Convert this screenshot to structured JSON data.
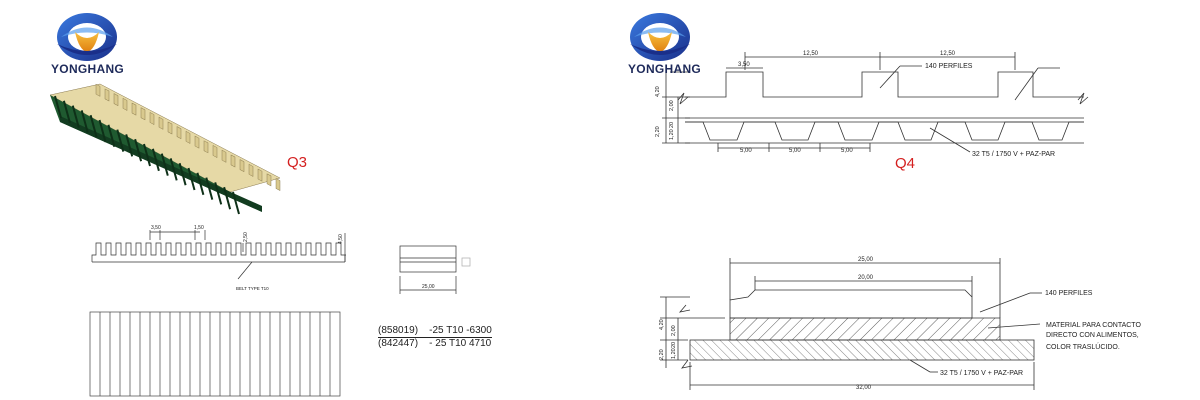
{
  "brand": {
    "name": "YONGHANG"
  },
  "q3": {
    "label": "Q3",
    "dim_tooth_width": "3,50",
    "dim_gap": "1,50",
    "dim_tooth_height": "2,50",
    "dim_total_height": "4,50",
    "belt_type": "BELT TYPE T10",
    "dim_width": "25,00",
    "codes": [
      "(858019)    -25 T10 -6300",
      "(842447)    - 25 T10 4710"
    ]
  },
  "q4": {
    "label": "Q4",
    "top_dims": [
      "12,50",
      "12,50"
    ],
    "dim_tooth": "3,50",
    "perfiles_label": "140 PERFILES",
    "left_dims": [
      "4,20",
      "2,00",
      "2,20",
      "1,20",
      "20"
    ],
    "pitch_dims": [
      "5,00",
      "5,00",
      "5,00"
    ],
    "belt_spec": "32 T5 / 1750 V + PAZ-PAR"
  },
  "section": {
    "dim_top": "25,00",
    "dim_inner": "20,00",
    "dim_bottom": "32,00",
    "perfiles_label": "140 PERFILES",
    "material_lines": [
      "MATERIAL PARA CONTACTO",
      "DIRECTO CON ALIMENTOS,",
      "COLOR TRASLÚCIDO."
    ],
    "belt_spec": "32 T5 / 1750 V + PAZ-PAR",
    "left_dims": [
      "4,20",
      "2,00",
      "2,20",
      "1,20",
      "20"
    ]
  },
  "colors": {
    "brand_blue": "#1f3fa8",
    "brand_orange": "#f0a020",
    "belt_green": "#1f5a30",
    "belt_tan": "#e6d9a6",
    "label_red": "#d42020"
  }
}
